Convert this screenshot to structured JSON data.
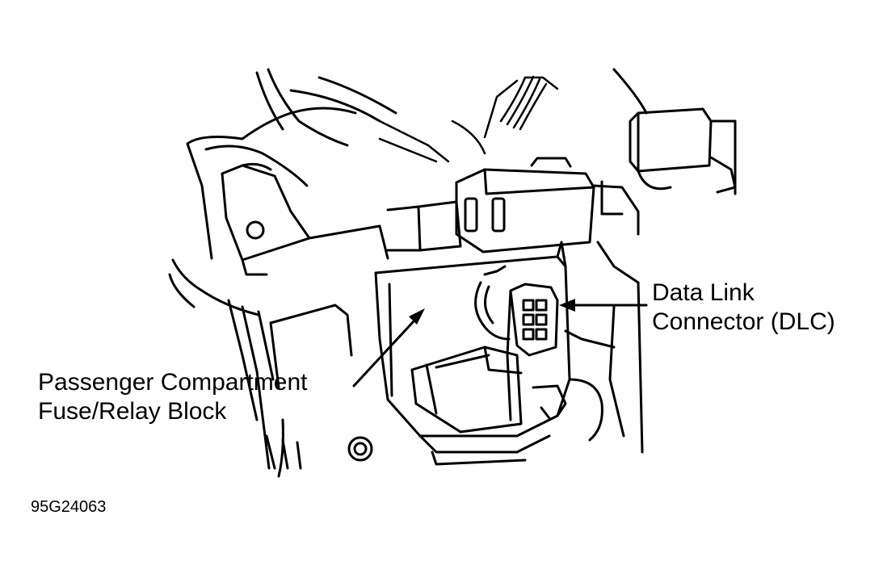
{
  "callouts": {
    "dlc": {
      "line1": "Data Link",
      "line2": "Connector (DLC)"
    },
    "fuse_block": {
      "line1": "Passenger Compartment",
      "line2": "Fuse/Relay Block"
    }
  },
  "figure_id": "95G24063",
  "colors": {
    "ink": "#000000",
    "paper": "#ffffff"
  }
}
